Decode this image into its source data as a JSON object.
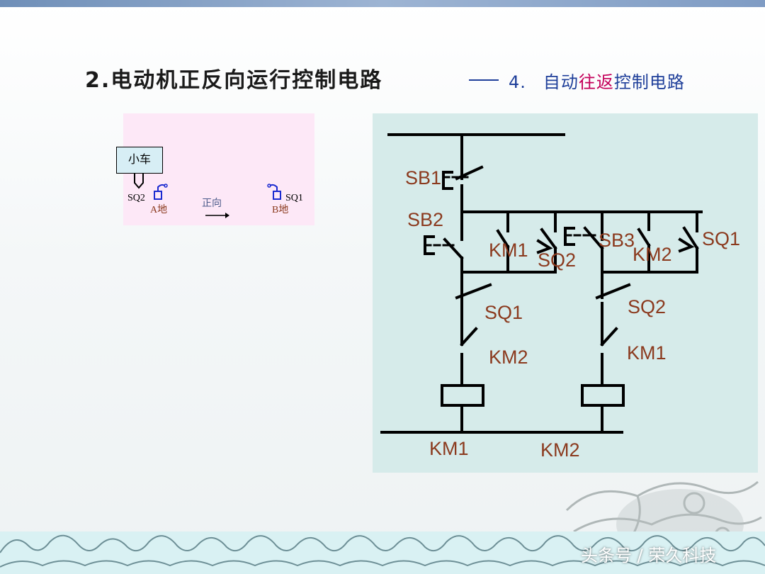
{
  "slide": {
    "title_main": "2.电动机正反向运行控制电路",
    "title_sub_num": "4.",
    "title_sub_part1": "自动",
    "title_sub_part2": "往",
    "title_sub_part3": "返",
    "title_sub_part4": "控制电路"
  },
  "track_diagram": {
    "cart_label": "小车",
    "sq2_label": "SQ2",
    "sq1_label": "SQ1",
    "a_label": "A地",
    "b_label": "B地",
    "direction_label": "正向"
  },
  "circuit": {
    "labels": {
      "sb1": "SB1",
      "sb2": "SB2",
      "sb3": "SB3",
      "km1_hold": "KM1",
      "km2_hold": "KM2",
      "sq2_top": "SQ2",
      "sq1_top": "SQ1",
      "sq1_mid": "SQ1",
      "sq2_mid": "SQ2",
      "km2_interlock": "KM2",
      "km1_interlock": "KM1",
      "km1_coil": "KM1",
      "km2_coil": "KM2"
    }
  },
  "watermark": "头条号 / 荣久科技",
  "colors": {
    "label_brown": "#8b3a1e",
    "title_blue": "#1f3f9a",
    "highlight_magenta": "#c4005a",
    "panel_pink": "#fde8f7",
    "panel_teal": "#d6ebea"
  }
}
